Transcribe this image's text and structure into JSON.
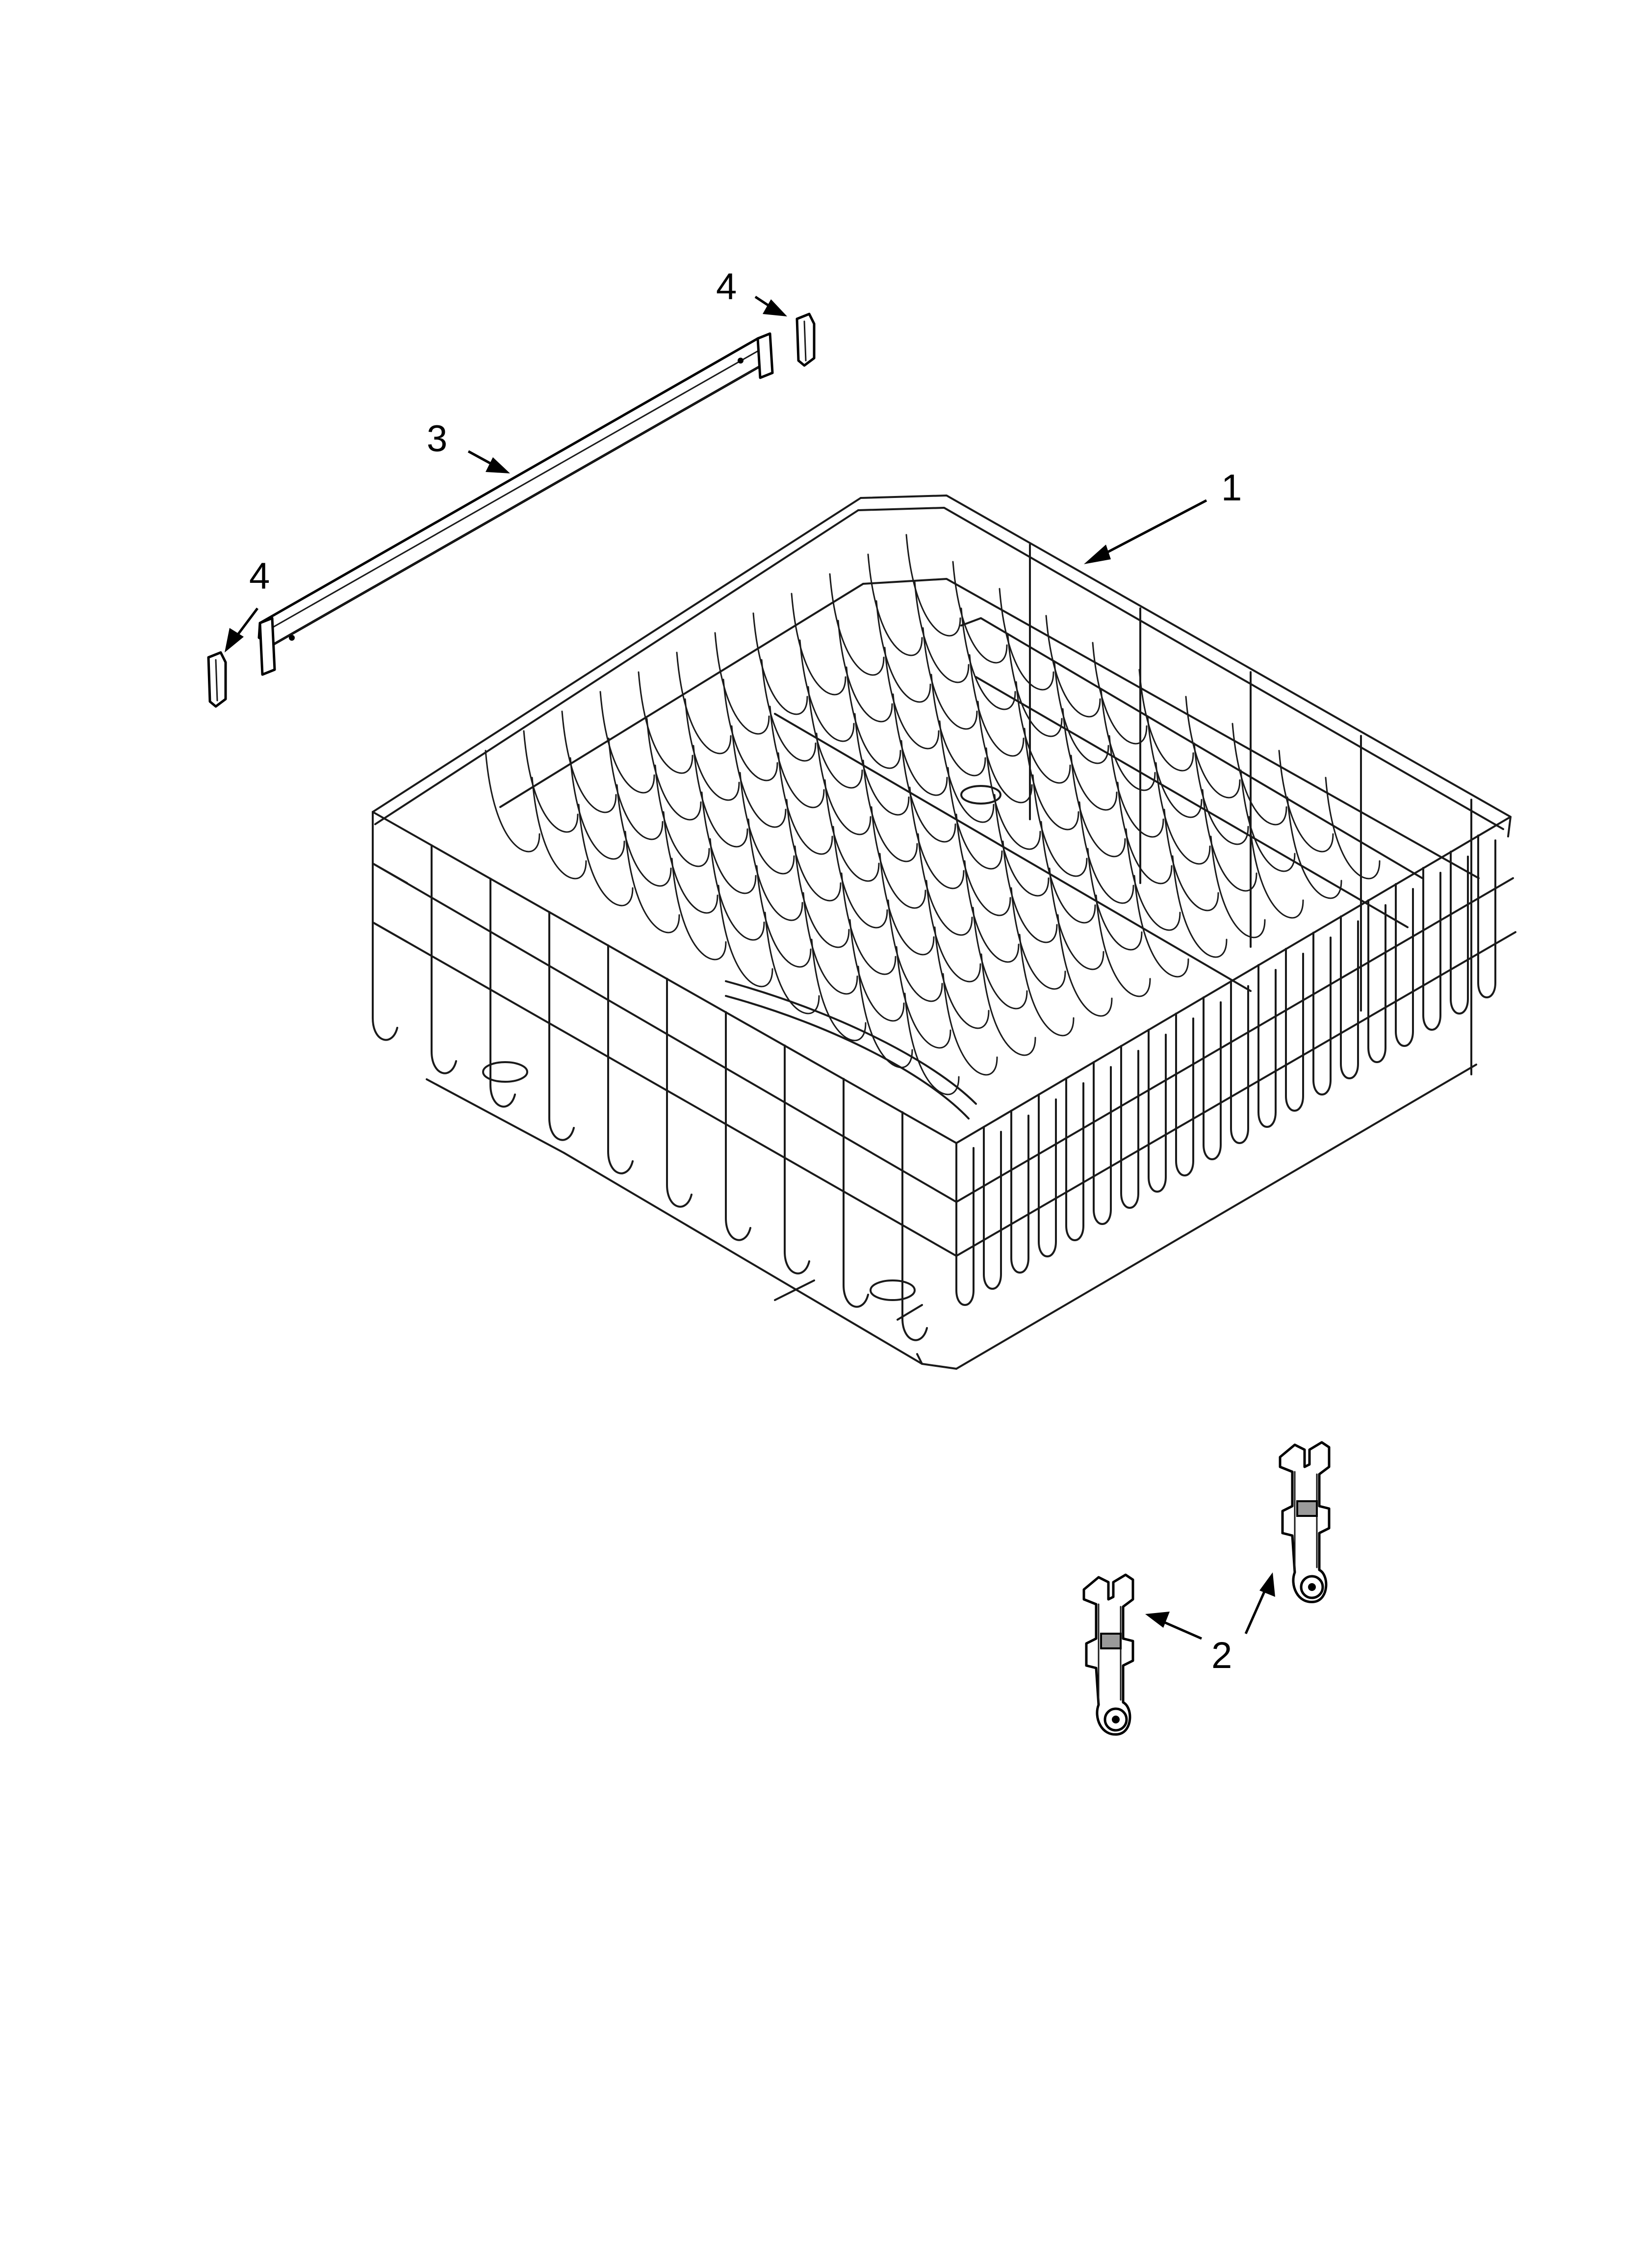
{
  "callouts": {
    "c1": "1",
    "c2": "2",
    "c3": "3",
    "c4_top": "4",
    "c4_left": "4"
  },
  "parts": {
    "rack": "dishrack-wire-basket",
    "adjuster_a": "rack-adjuster-clip",
    "adjuster_b": "rack-adjuster-clip",
    "rail": "rack-rail",
    "end_cap_top": "rail-end-cap",
    "end_cap_left": "rail-end-cap"
  },
  "colors": {
    "line": "#000000",
    "background": "#ffffff",
    "shade": "#9a9a9a"
  }
}
